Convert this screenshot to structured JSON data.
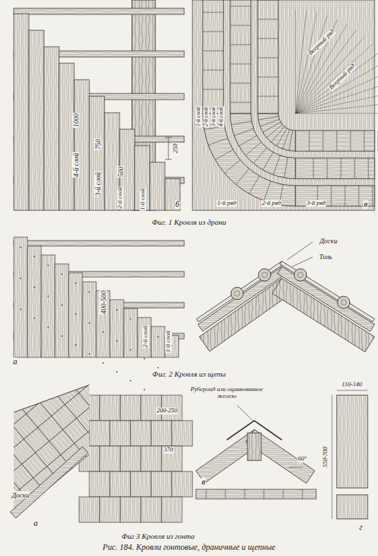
{
  "diagram": {
    "caption": "Рис. 184. Кровли гонтовые, драничные и щепные",
    "labels": [
      "1000",
      "4-й слой",
      "750",
      "3-й слой",
      "500",
      "2-й слой",
      "1-й слой",
      "250",
      "б",
      "Веерный ряд",
      "Веерный ряд",
      "1-й слой",
      "2-й слой",
      "3-й слой",
      "4-й слой",
      "1-й ряд",
      "2-й ряд",
      "3-й ряд",
      "в",
      "Фиг. 1 Кровля из драни",
      "400-500",
      "2-й слой",
      "1-й слой",
      "а",
      "Доски",
      "Толь",
      "Фиг. 2 Кровля из щепы",
      "200-250",
      "370",
      "Доски",
      "а",
      "Рубероид или оцинкованное железо",
      "60°",
      "в",
      "110-140",
      "550-700",
      "г",
      "Фиг 3 Кровля из гонта"
    ]
  }
}
